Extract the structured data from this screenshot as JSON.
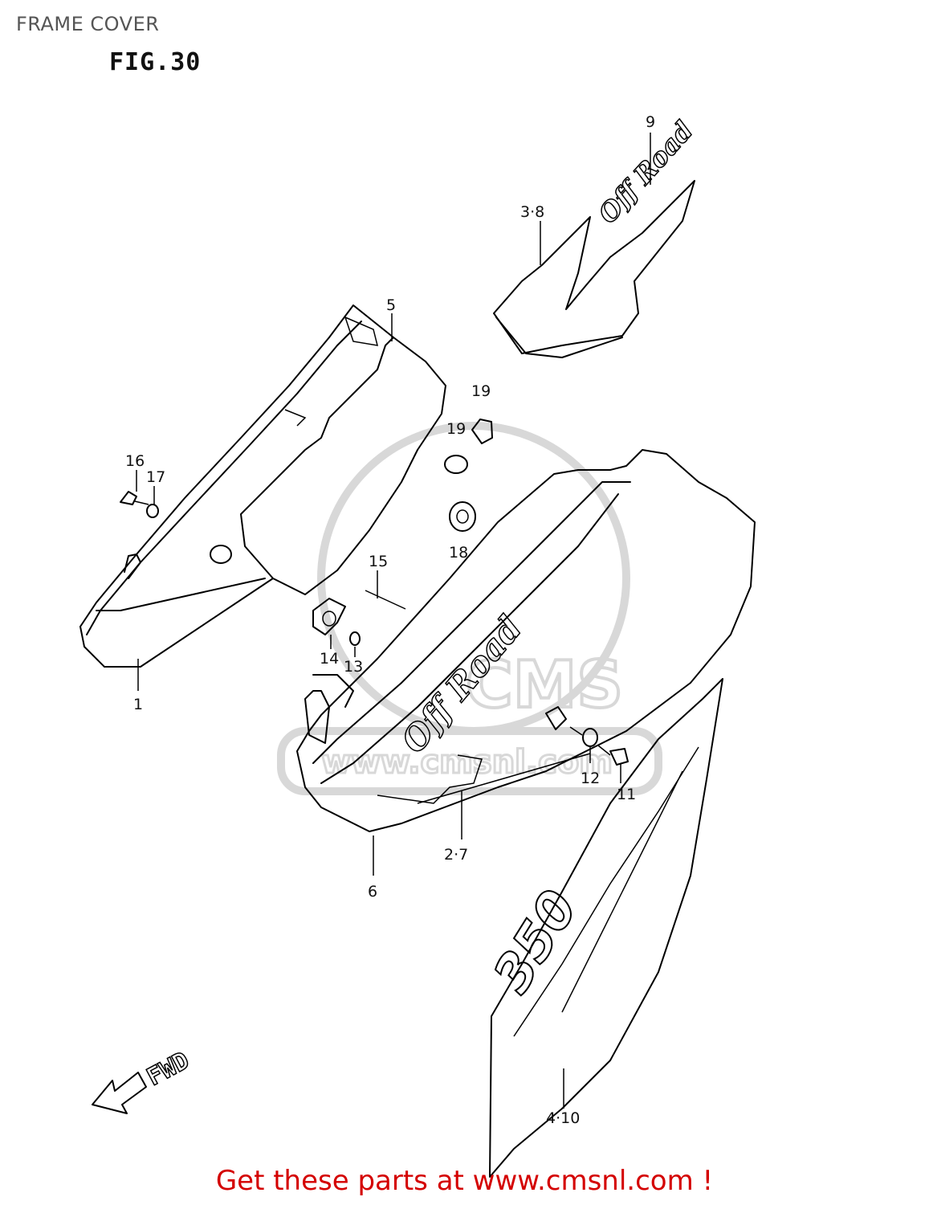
{
  "header": {
    "title": "FRAME COVER",
    "figure": "FIG.30"
  },
  "callouts": {
    "p1": "1",
    "p2_7": "2·7",
    "p3_8": "3·8",
    "p4_10": "4·10",
    "p5": "5",
    "p6": "6",
    "p9": "9",
    "p11": "11",
    "p12": "12",
    "p13": "13",
    "p14": "14",
    "p15": "15",
    "p16": "16",
    "p17": "17",
    "p18": "18",
    "p19a": "19",
    "p19b": "19"
  },
  "decals": {
    "off_road_small": "Off Road",
    "off_road_large": "Off Road",
    "model_badge": "350"
  },
  "direction": {
    "label": "FWD"
  },
  "watermark": {
    "text": "www.cmsnl.com",
    "brand": "CMS"
  },
  "footer": {
    "text": "Get these parts at www.cmsnl.com !"
  },
  "colors": {
    "footer_text": "#d40000",
    "line": "#000000",
    "watermark": "#d8d8d8"
  }
}
